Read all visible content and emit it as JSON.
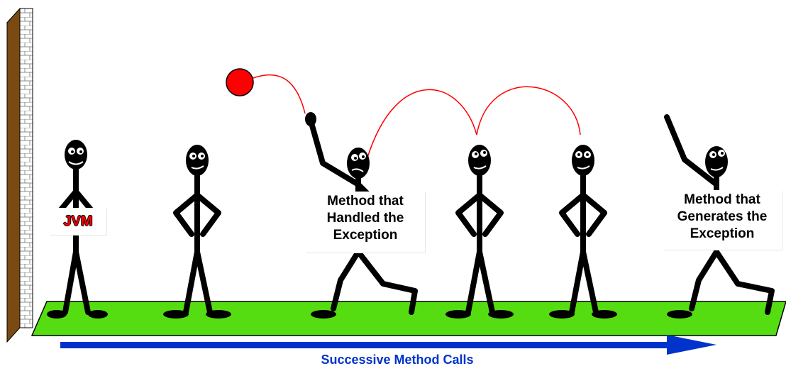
{
  "labels": {
    "jvm": "JVM",
    "handled": [
      "Method that",
      "Handled the",
      "Exception"
    ],
    "generates": [
      "Method that",
      "Generates the",
      "Exception"
    ],
    "arrow_caption": "Successive Method Calls"
  },
  "colors": {
    "ball": "#ff0000",
    "trajectory": "#ff0000",
    "ground": "#55dd11",
    "arrow": "#0033cc",
    "wall_face": "#7a4a12",
    "brick": "#ffffff",
    "figure": "#000000"
  }
}
